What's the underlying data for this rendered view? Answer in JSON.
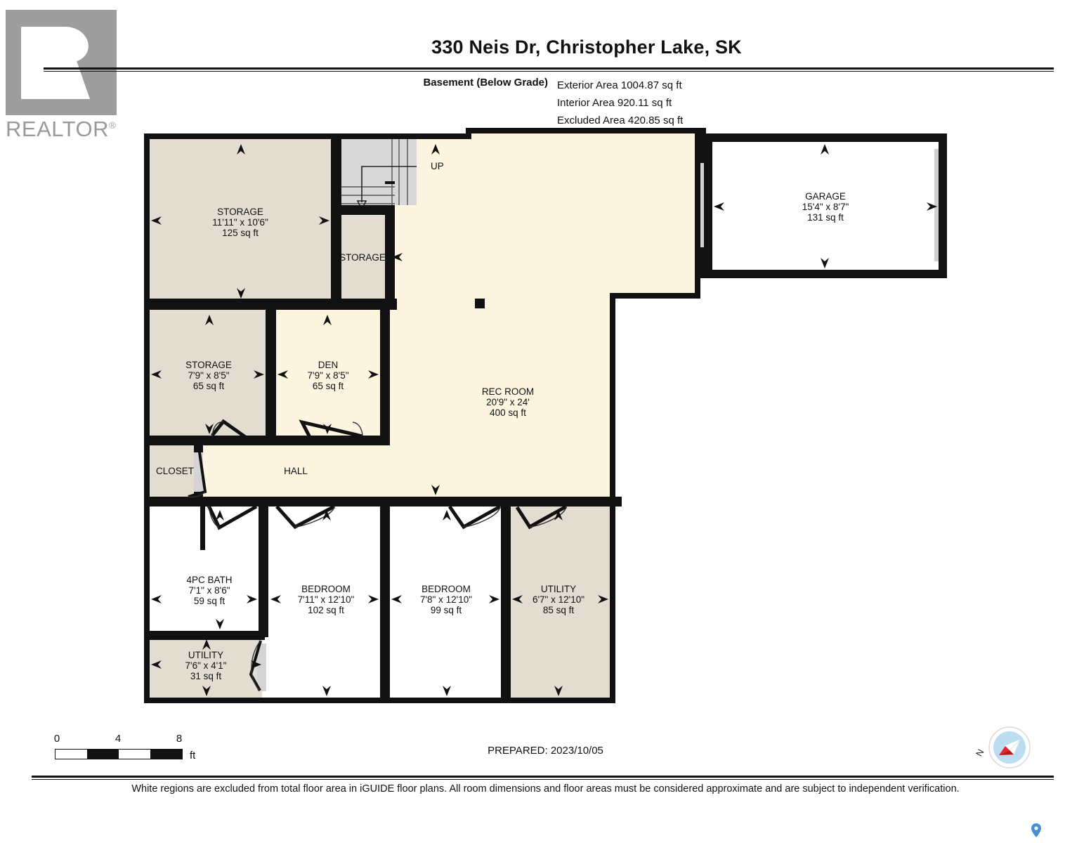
{
  "logo": {
    "word": "REALTOR",
    "trademark": "®",
    "alt": "realtor-logo"
  },
  "header": {
    "title": "330 Neis Dr, Christopher Lake, SK",
    "level_label": "Basement (Below Grade)",
    "areas": [
      "Exterior Area 1004.87 sq ft",
      "Interior Area 920.11 sq ft",
      "Excluded Area 420.85 sq ft"
    ]
  },
  "plan": {
    "stairs_label": "UP",
    "rooms": [
      {
        "id": "storage-upper-left",
        "name": "STORAGE",
        "dimensions": "11'11\" x 10'6\"",
        "area": "125 sq ft",
        "fill": "#E3DCD0"
      },
      {
        "id": "storage-stair-closet",
        "name": "STORAGE",
        "dimensions": "",
        "area": "",
        "fill": "#E3DCD0"
      },
      {
        "id": "storage-mid-left",
        "name": "STORAGE",
        "dimensions": "7'9\" x 8'5\"",
        "area": "65 sq ft",
        "fill": "#E3DCD0"
      },
      {
        "id": "den",
        "name": "DEN",
        "dimensions": "7'9\" x 8'5\"",
        "area": "65 sq ft",
        "fill": "#FDF5E0"
      },
      {
        "id": "rec-room",
        "name": "REC ROOM",
        "dimensions": "20'9\" x 24'",
        "area": "400 sq ft",
        "fill": "#FDF5E0"
      },
      {
        "id": "garage",
        "name": "GARAGE",
        "dimensions": "15'4\" x 8'7\"",
        "area": "131 sq ft",
        "fill": "#FFFFFF"
      },
      {
        "id": "closet",
        "name": "CLOSET",
        "dimensions": "",
        "area": "",
        "fill": "#E3DCD0"
      },
      {
        "id": "hall",
        "name": "HALL",
        "dimensions": "",
        "area": "",
        "fill": "#FDF5E0"
      },
      {
        "id": "bath-4pc",
        "name": "4PC BATH",
        "dimensions": "7'1\" x 8'6\"",
        "area": "59 sq ft",
        "fill": "#FFFFFF"
      },
      {
        "id": "utility-lower-left",
        "name": "UTILITY",
        "dimensions": "7'6\" x 4'1\"",
        "area": "31 sq ft",
        "fill": "#E3DCD0"
      },
      {
        "id": "bedroom-left",
        "name": "BEDROOM",
        "dimensions": "7'11\" x 12'10\"",
        "area": "102 sq ft",
        "fill": "#FFFFFF"
      },
      {
        "id": "bedroom-right",
        "name": "BEDROOM",
        "dimensions": "7'8\" x 12'10\"",
        "area": "99 sq ft",
        "fill": "#FFFFFF"
      },
      {
        "id": "utility-right",
        "name": "UTILITY",
        "dimensions": "6'7\" x 12'10\"",
        "area": "85 sq ft",
        "fill": "#E3DCD0"
      }
    ],
    "colors": {
      "wall": "#111111",
      "included_beige": "#E3DCD0",
      "included_cream": "#FDF5E0",
      "excluded_white": "#FFFFFF",
      "stairs_gray": "#D8D8D8",
      "window_gray": "#D0D0D0"
    }
  },
  "footer": {
    "scale_ticks": [
      "0",
      "4",
      "8"
    ],
    "scale_unit": "ft",
    "prepared": "PREPARED: 2023/10/05",
    "compass_label": "N",
    "disclaimer": "White regions are excluded from total floor area in iGUIDE floor plans. All room dimensions and floor areas must be considered approximate and are subject to independent verification."
  }
}
